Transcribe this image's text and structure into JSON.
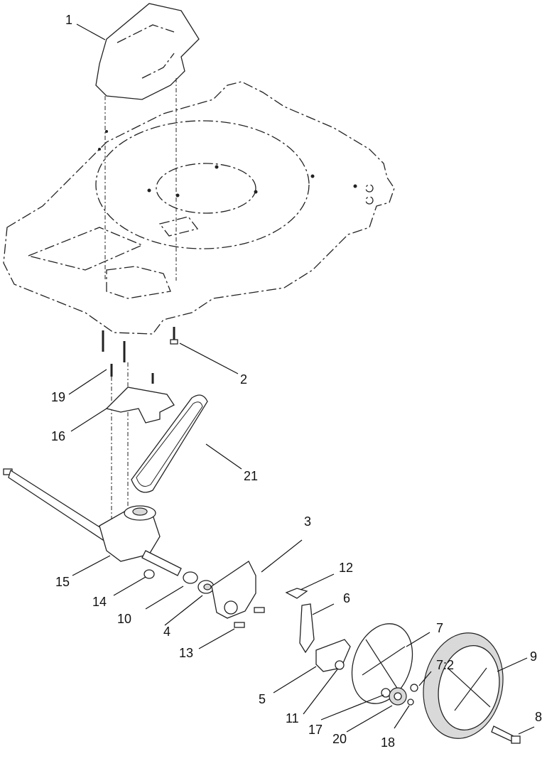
{
  "callouts": [
    {
      "id": "c1",
      "text": "1"
    },
    {
      "id": "c2",
      "text": "2"
    },
    {
      "id": "c3",
      "text": "3"
    },
    {
      "id": "c4",
      "text": "4"
    },
    {
      "id": "c5",
      "text": "5"
    },
    {
      "id": "c6",
      "text": "6"
    },
    {
      "id": "c7",
      "text": "7"
    },
    {
      "id": "c7b",
      "text": "7:2"
    },
    {
      "id": "c8",
      "text": "8"
    },
    {
      "id": "c9",
      "text": "9"
    },
    {
      "id": "c10",
      "text": "10"
    },
    {
      "id": "c11",
      "text": "11"
    },
    {
      "id": "c12",
      "text": "12"
    },
    {
      "id": "c13",
      "text": "13"
    },
    {
      "id": "c14",
      "text": "14"
    },
    {
      "id": "c15",
      "text": "15"
    },
    {
      "id": "c16",
      "text": "16"
    },
    {
      "id": "c17",
      "text": "17"
    },
    {
      "id": "c18",
      "text": "18"
    },
    {
      "id": "c19",
      "text": "19"
    },
    {
      "id": "c20",
      "text": "20"
    },
    {
      "id": "c21",
      "text": "21"
    }
  ]
}
